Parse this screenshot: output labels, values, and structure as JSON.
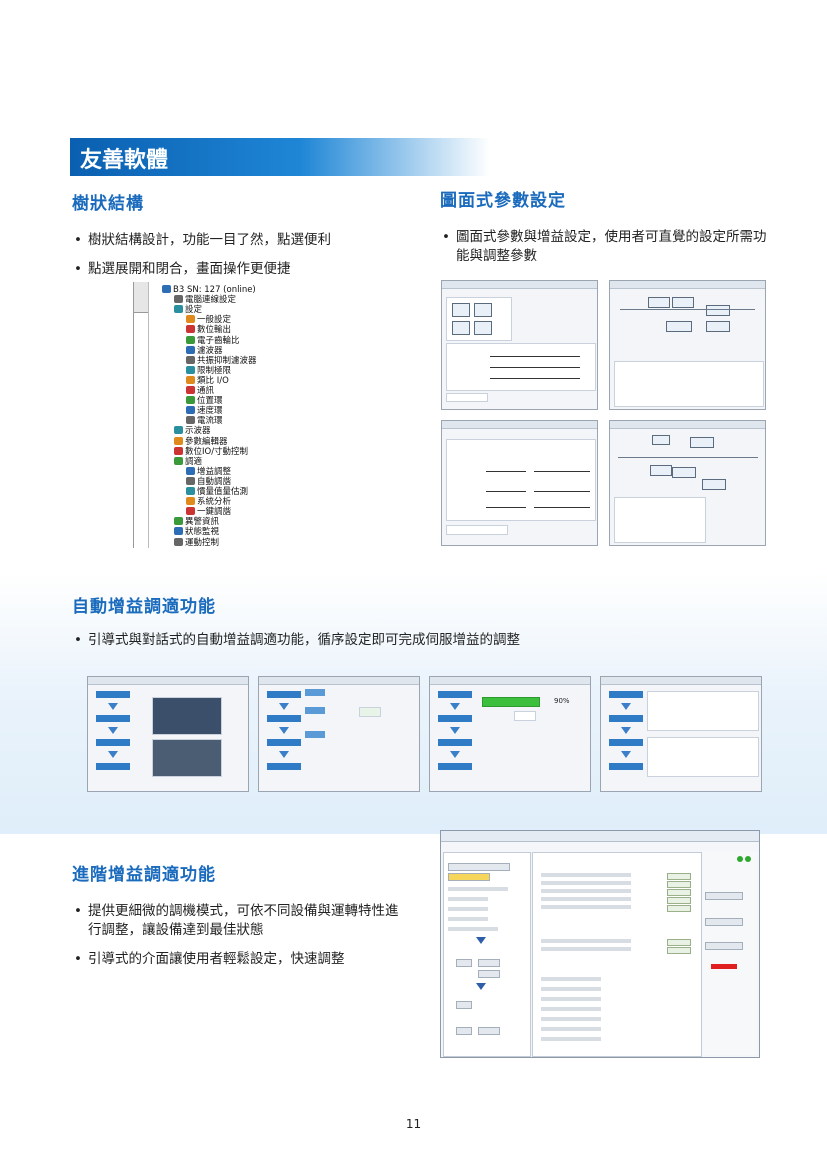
{
  "banner": {
    "title": "友善軟體"
  },
  "tree_section": {
    "heading": "樹狀結構",
    "bullets": [
      "樹狀結構設計，功能一目了然，點選便利",
      "點選展開和閉合，畫面操作更便捷"
    ],
    "tree_items": [
      {
        "label": "B3 SN: 127 (online)",
        "icon": "drive-icon",
        "indent": 0
      },
      {
        "label": "電腦連線設定",
        "icon": "pc-link-icon",
        "indent": 1
      },
      {
        "label": "設定",
        "icon": "settings-icon",
        "indent": 1
      },
      {
        "label": "一般設定",
        "icon": "gear-icon",
        "indent": 2
      },
      {
        "label": "數位輸出",
        "icon": "output-icon",
        "indent": 2
      },
      {
        "label": "電子齒輪比",
        "icon": "gear-ratio-icon",
        "indent": 2
      },
      {
        "label": "濾波器",
        "icon": "filter-icon",
        "indent": 2
      },
      {
        "label": "共振抑制濾波器",
        "icon": "resonance-filter-icon",
        "indent": 2
      },
      {
        "label": "限制極限",
        "icon": "limit-icon",
        "indent": 2
      },
      {
        "label": "類比 I/O",
        "icon": "analog-io-icon",
        "indent": 2
      },
      {
        "label": "通訊",
        "icon": "communication-icon",
        "indent": 2
      },
      {
        "label": "位置環",
        "icon": "position-loop-icon",
        "indent": 2
      },
      {
        "label": "速度環",
        "icon": "speed-loop-icon",
        "indent": 2
      },
      {
        "label": "電流環",
        "icon": "current-loop-icon",
        "indent": 2
      },
      {
        "label": "示波器",
        "icon": "scope-icon",
        "indent": 1
      },
      {
        "label": "參數編輯器",
        "icon": "parameter-editor-icon",
        "indent": 1
      },
      {
        "label": "數位IO/寸動控制",
        "icon": "jog-icon",
        "indent": 1
      },
      {
        "label": "調適",
        "icon": "tuning-icon",
        "indent": 1
      },
      {
        "label": "增益調整",
        "icon": "gain-icon",
        "indent": 2
      },
      {
        "label": "自動調諧",
        "icon": "auto-tune-icon",
        "indent": 2
      },
      {
        "label": "慣量值量估測",
        "icon": "inertia-icon",
        "indent": 2
      },
      {
        "label": "系統分析",
        "icon": "analysis-icon",
        "indent": 2
      },
      {
        "label": "一鍵調諧",
        "icon": "one-key-tune-icon",
        "indent": 2
      },
      {
        "label": "異警資訊",
        "icon": "alarm-icon",
        "indent": 1
      },
      {
        "label": "狀態監視",
        "icon": "monitor-icon",
        "indent": 1
      },
      {
        "label": "運動控制",
        "icon": "motion-icon",
        "indent": 1
      }
    ]
  },
  "graphic_section": {
    "heading": "圖面式參數設定",
    "bullets": [
      "圖面式參數與增益設定，使用者可直覺的設定所需功能與調整參數"
    ]
  },
  "auto_gain_section": {
    "heading": "自動增益調適功能",
    "bullets": [
      "引導式與對話式的自動增益調適功能，循序設定即可完成伺服增益的調整"
    ],
    "progress_label": "90%"
  },
  "advanced_section": {
    "heading": "進階增益調適功能",
    "bullets": [
      "提供更細微的調機模式，可依不同設備與運轉特性進行調整，讓設備達到最佳狀態",
      "引導式的介面讓使用者輕鬆設定，快速調整"
    ]
  },
  "page_number": "11"
}
